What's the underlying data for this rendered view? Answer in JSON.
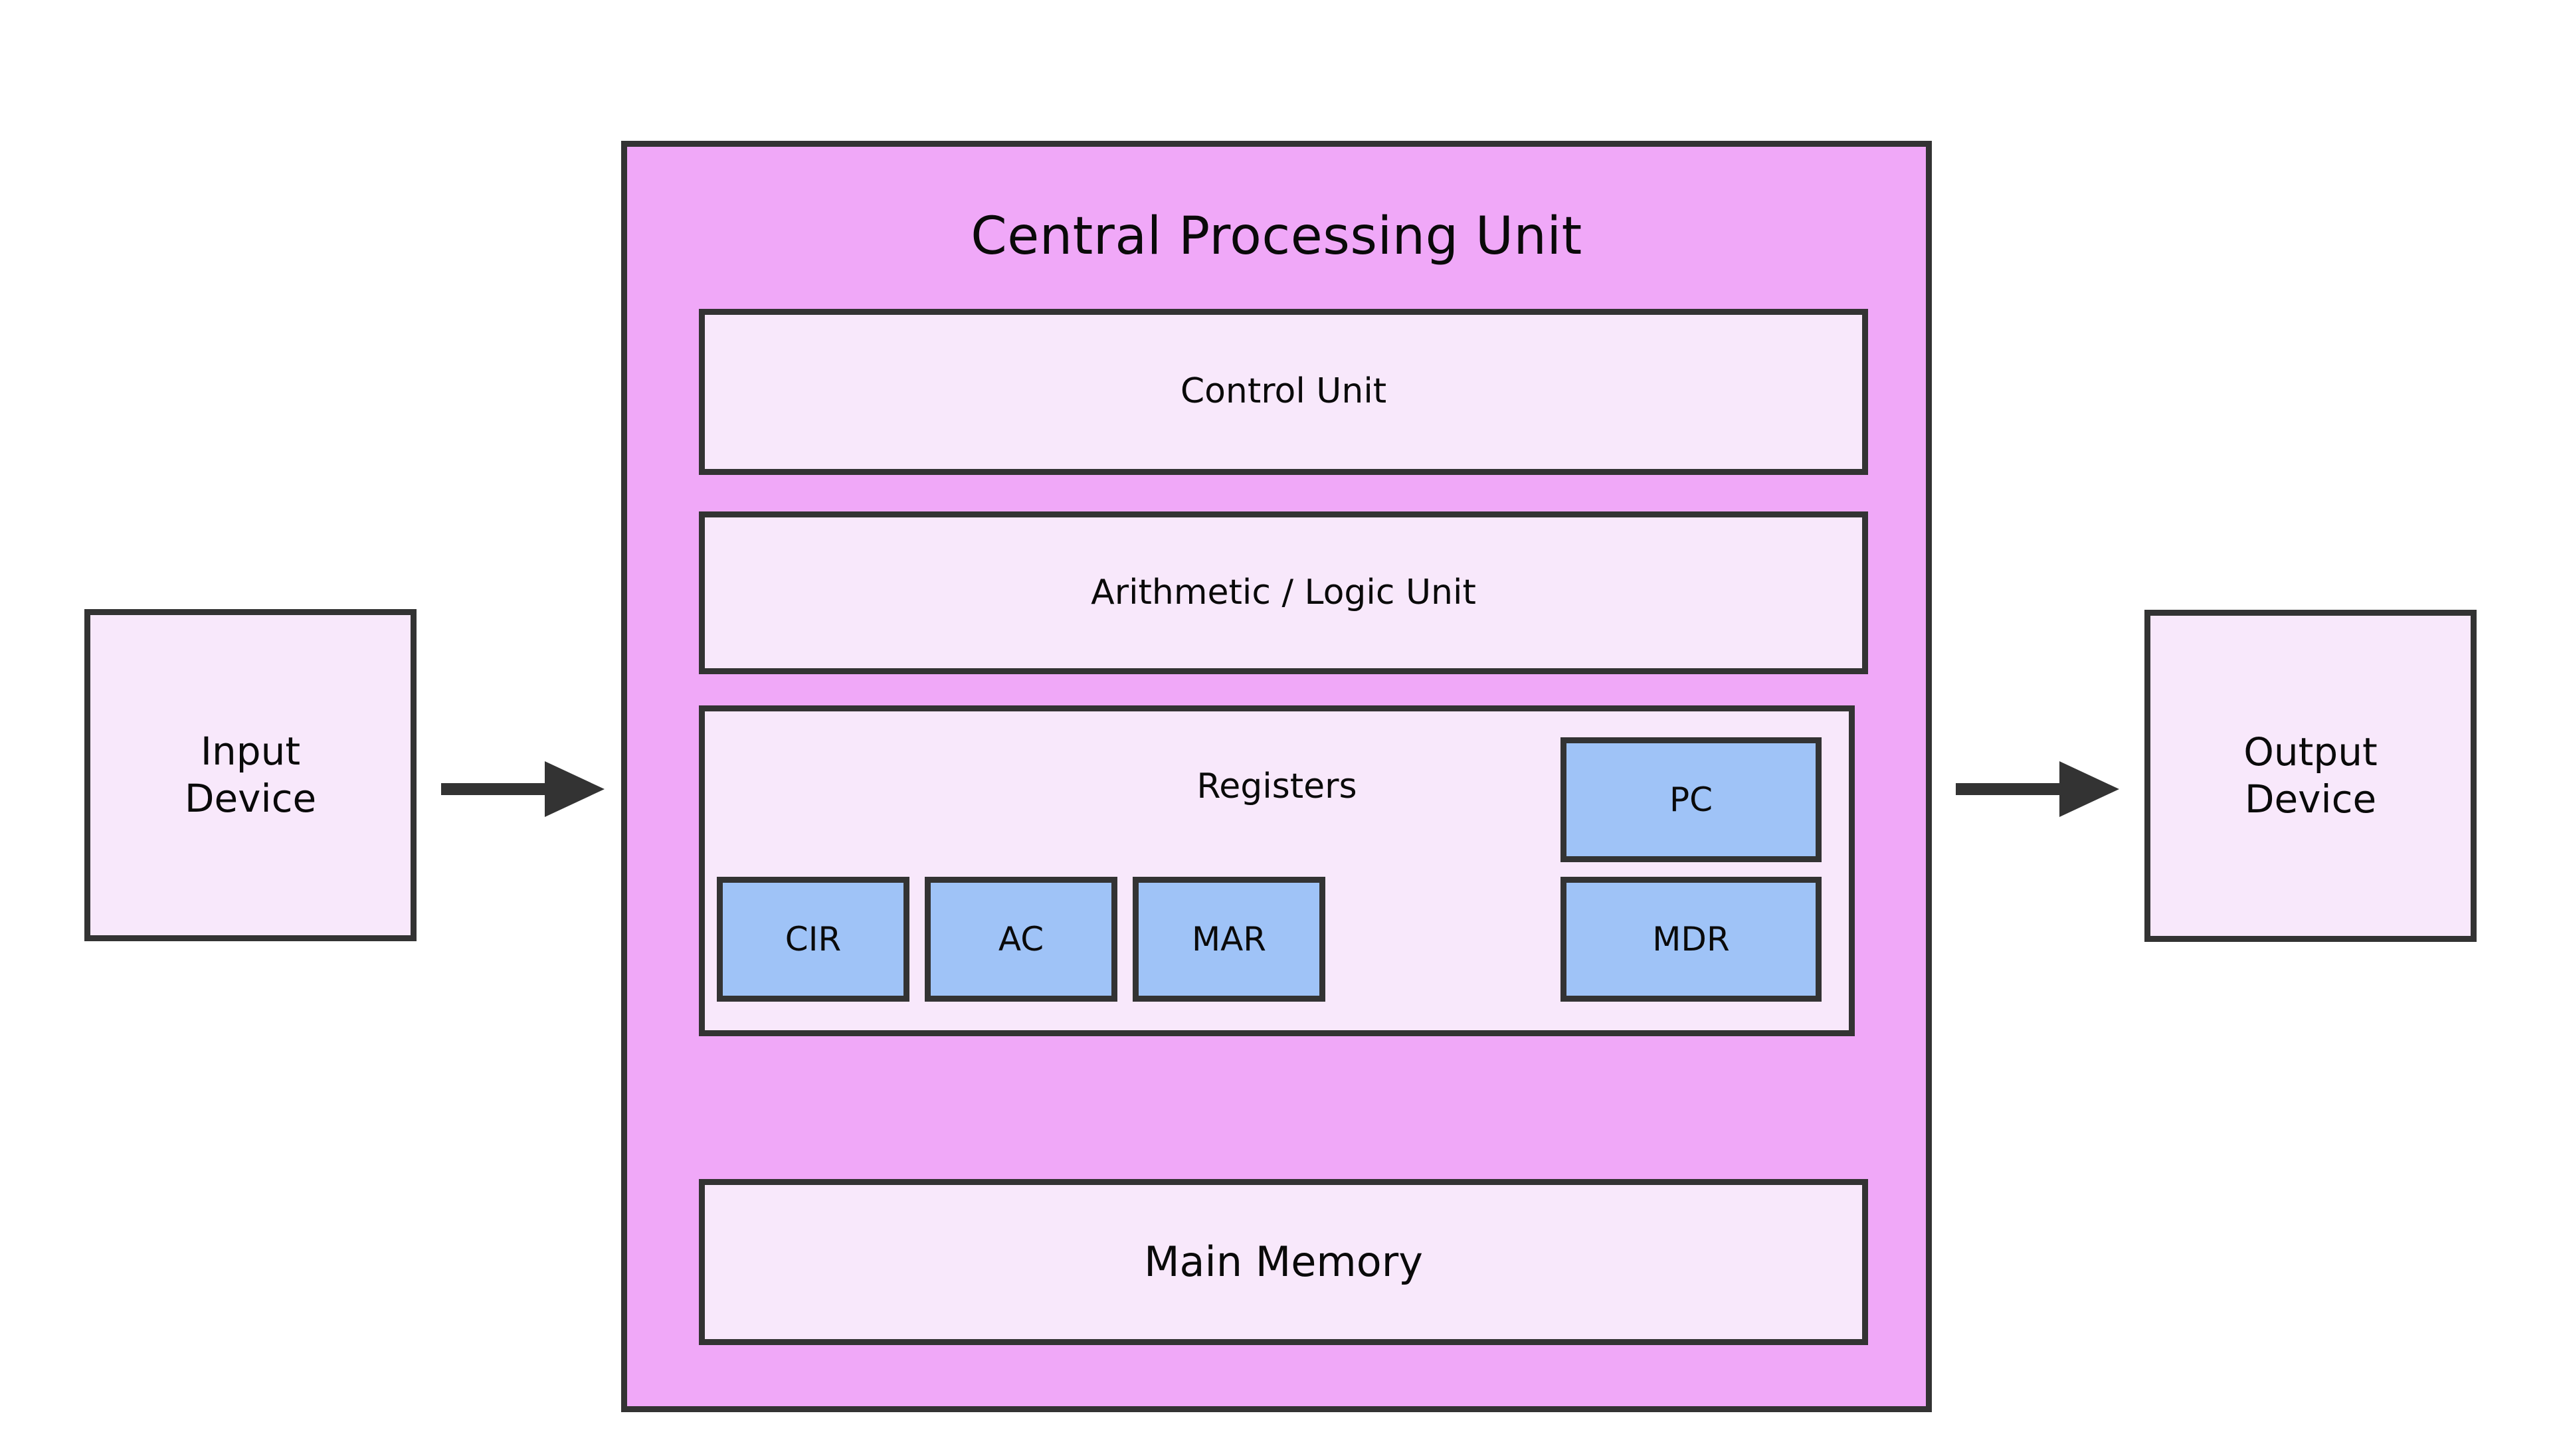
{
  "diagram": {
    "title": "Central Processing Unit",
    "colors": {
      "cpu_fill": "#F0A8F8",
      "unit_fill": "#F8E8FB",
      "register_fill": "#9FC3F7",
      "stroke": "#333333",
      "background": "#FFFFFF",
      "text": "#0A0A0A"
    },
    "peripherals": {
      "input": "Input\nDevice",
      "output": "Output\nDevice"
    },
    "arrows": [
      {
        "name": "input-to-cpu",
        "direction": "right"
      },
      {
        "name": "cpu-to-output",
        "direction": "right"
      }
    ],
    "cpu": {
      "title": "Central Processing Unit",
      "units": [
        {
          "id": "control-unit",
          "label": "Control Unit"
        },
        {
          "id": "alu",
          "label": "Arithmetic / Logic Unit"
        }
      ],
      "registers_group": {
        "label": "Registers",
        "registers": [
          {
            "id": "pc",
            "label": "PC"
          },
          {
            "id": "cir",
            "label": "CIR"
          },
          {
            "id": "ac",
            "label": "AC"
          },
          {
            "id": "mar",
            "label": "MAR"
          },
          {
            "id": "mdr",
            "label": "MDR"
          }
        ]
      },
      "memory": {
        "id": "main-memory",
        "label": "Main Memory"
      }
    }
  }
}
